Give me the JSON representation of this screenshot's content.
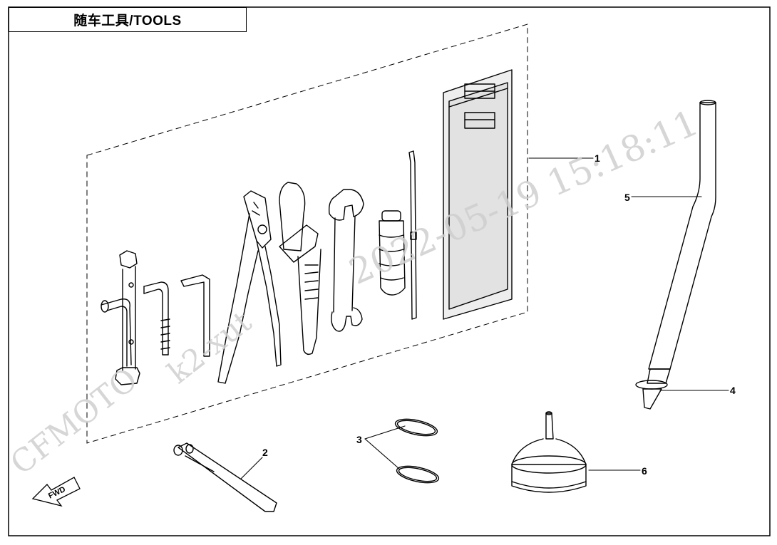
{
  "header": {
    "title": "随车工具/TOOLS"
  },
  "callouts": [
    "1",
    "2",
    "3",
    "4",
    "5",
    "6"
  ],
  "direction_marker": "FWD",
  "watermark": {
    "brand": "CFMOTO",
    "user": "k2-xut",
    "timestamp": "2022-05-19  15:18:11"
  },
  "colors": {
    "line": "#000000",
    "paper": "#ffffff",
    "watermark": "#cfcfcf",
    "bag": "#e6e6e6"
  }
}
